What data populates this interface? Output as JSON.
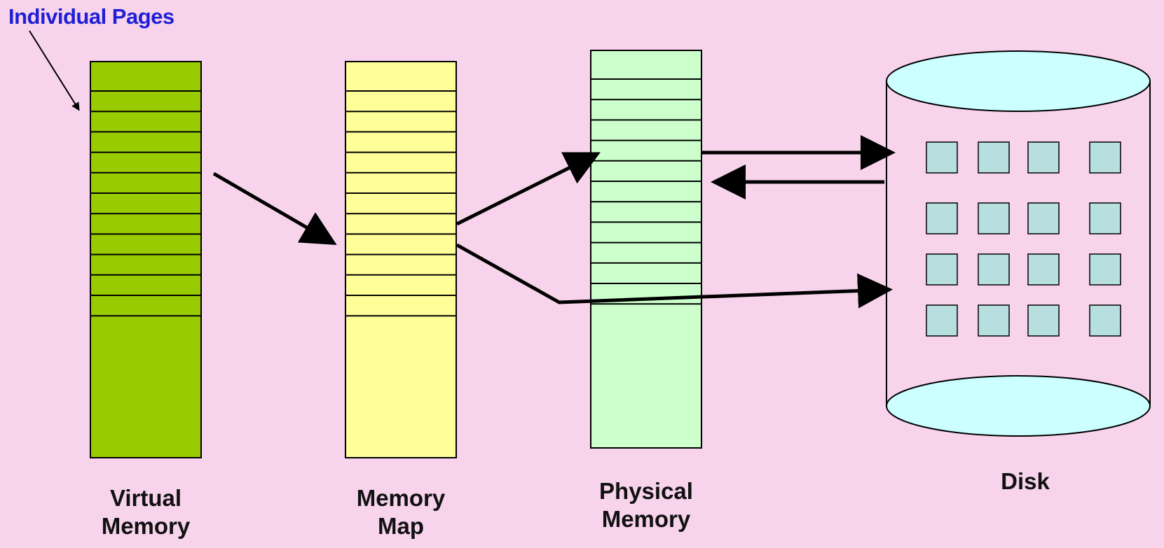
{
  "diagram": {
    "callout_label": "Individual Pages",
    "columns": {
      "virtual_memory": {
        "label_line1": "Virtual",
        "label_line2": "Memory",
        "fill": "#99cc00",
        "page_rows": 12
      },
      "memory_map": {
        "label_line1": "Memory",
        "label_line2": "Map",
        "fill": "#ffff99",
        "page_rows": 12
      },
      "physical_memory": {
        "label_line1": "Physical",
        "label_line2": "Memory",
        "fill": "#ccffcc",
        "page_rows": 12
      }
    },
    "disk": {
      "label": "Disk",
      "top_fill": "#ccffff",
      "block_fill": "#b7dfdf",
      "block_rows": 4,
      "block_cols": 4
    },
    "colors": {
      "background": "#f7d3ec",
      "title": "#1f1fd6",
      "arrows": "#000000"
    }
  }
}
